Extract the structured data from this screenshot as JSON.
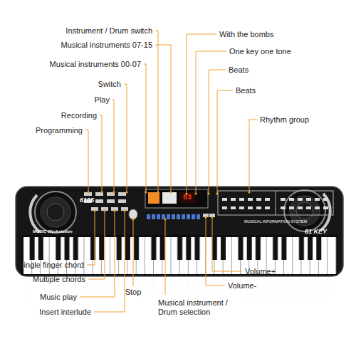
{
  "diagram": {
    "labels": [
      "Instrument / Drum switch",
      "With the bombs",
      "Musical instruments 07-15",
      "One key one tone",
      "Musical instruments 00-07",
      "Beats",
      "Switch",
      "Beats",
      "Play",
      "Recording",
      "Rhythm group",
      "Programming",
      "6105",
      "83",
      "MUSICAL INFORMATION SYSTEM",
      "MUSIC Workstation",
      "61 KEY",
      "Single finger chord",
      "Volume+",
      "Multiple chords",
      "Volume-",
      "Stop",
      "Music play",
      "Musical instrument / Drum selection",
      "Insert interlude"
    ]
  }
}
